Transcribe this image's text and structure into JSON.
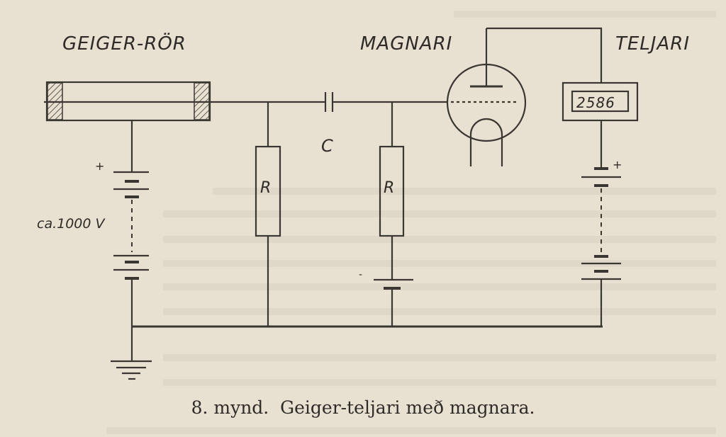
{
  "labels": {
    "tube": "GEIGER-RÖR",
    "amplifier": "MAGNARI",
    "counter": "TELJARI",
    "capacitor": "C",
    "resistor1": "R",
    "resistor2": "R",
    "voltage": "ca.1000 V",
    "counter_display": "2586",
    "plus_left": "+",
    "plus_right": "+",
    "minus_mid": "-"
  },
  "caption": "8. mynd.  Geiger-teljari með magnara."
}
